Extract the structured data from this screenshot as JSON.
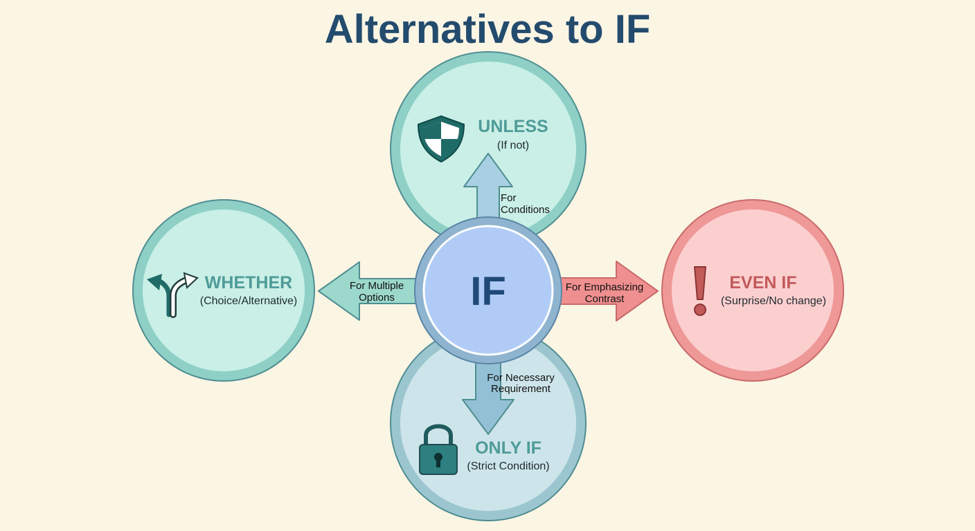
{
  "title": "Alternatives to IF",
  "center": {
    "label": "IF"
  },
  "nodes": {
    "unless": {
      "title": "UNLESS",
      "subtitle": "(If not)",
      "icon": "shield-icon"
    },
    "whether": {
      "title": "WHETHER",
      "subtitle": "(Choice/Alternative)",
      "icon": "fork-arrows-icon"
    },
    "even_if": {
      "title": "EVEN IF",
      "subtitle": "(Surprise/No change)",
      "icon": "exclamation-icon"
    },
    "only_if": {
      "title": "ONLY IF",
      "subtitle": "(Strict Condition)",
      "icon": "padlock-icon"
    }
  },
  "arrows": {
    "up": {
      "line1": "For",
      "line2": "Conditions"
    },
    "left": {
      "line1": "For Multiple",
      "line2": "Options"
    },
    "right": {
      "line1": "For Emphasizing",
      "line2": "Contrast"
    },
    "down": {
      "line1": "For Necessary",
      "line2": "Requirement"
    }
  },
  "colors": {
    "background": "#fbf5e4",
    "title": "#234b6e",
    "teal_fill": "#c9efe6",
    "teal_ring": "#8ed0c6",
    "teal_stroke": "#4f8e92",
    "red_fill": "#fccfcf",
    "red_ring": "#ef9898",
    "red_stroke": "#c96a6a",
    "blue_fill": "#b0ccf6",
    "blue_ring": "#8fb4cf",
    "blue_stroke": "#5a86a6",
    "icon_dark": "#1f6b68"
  }
}
